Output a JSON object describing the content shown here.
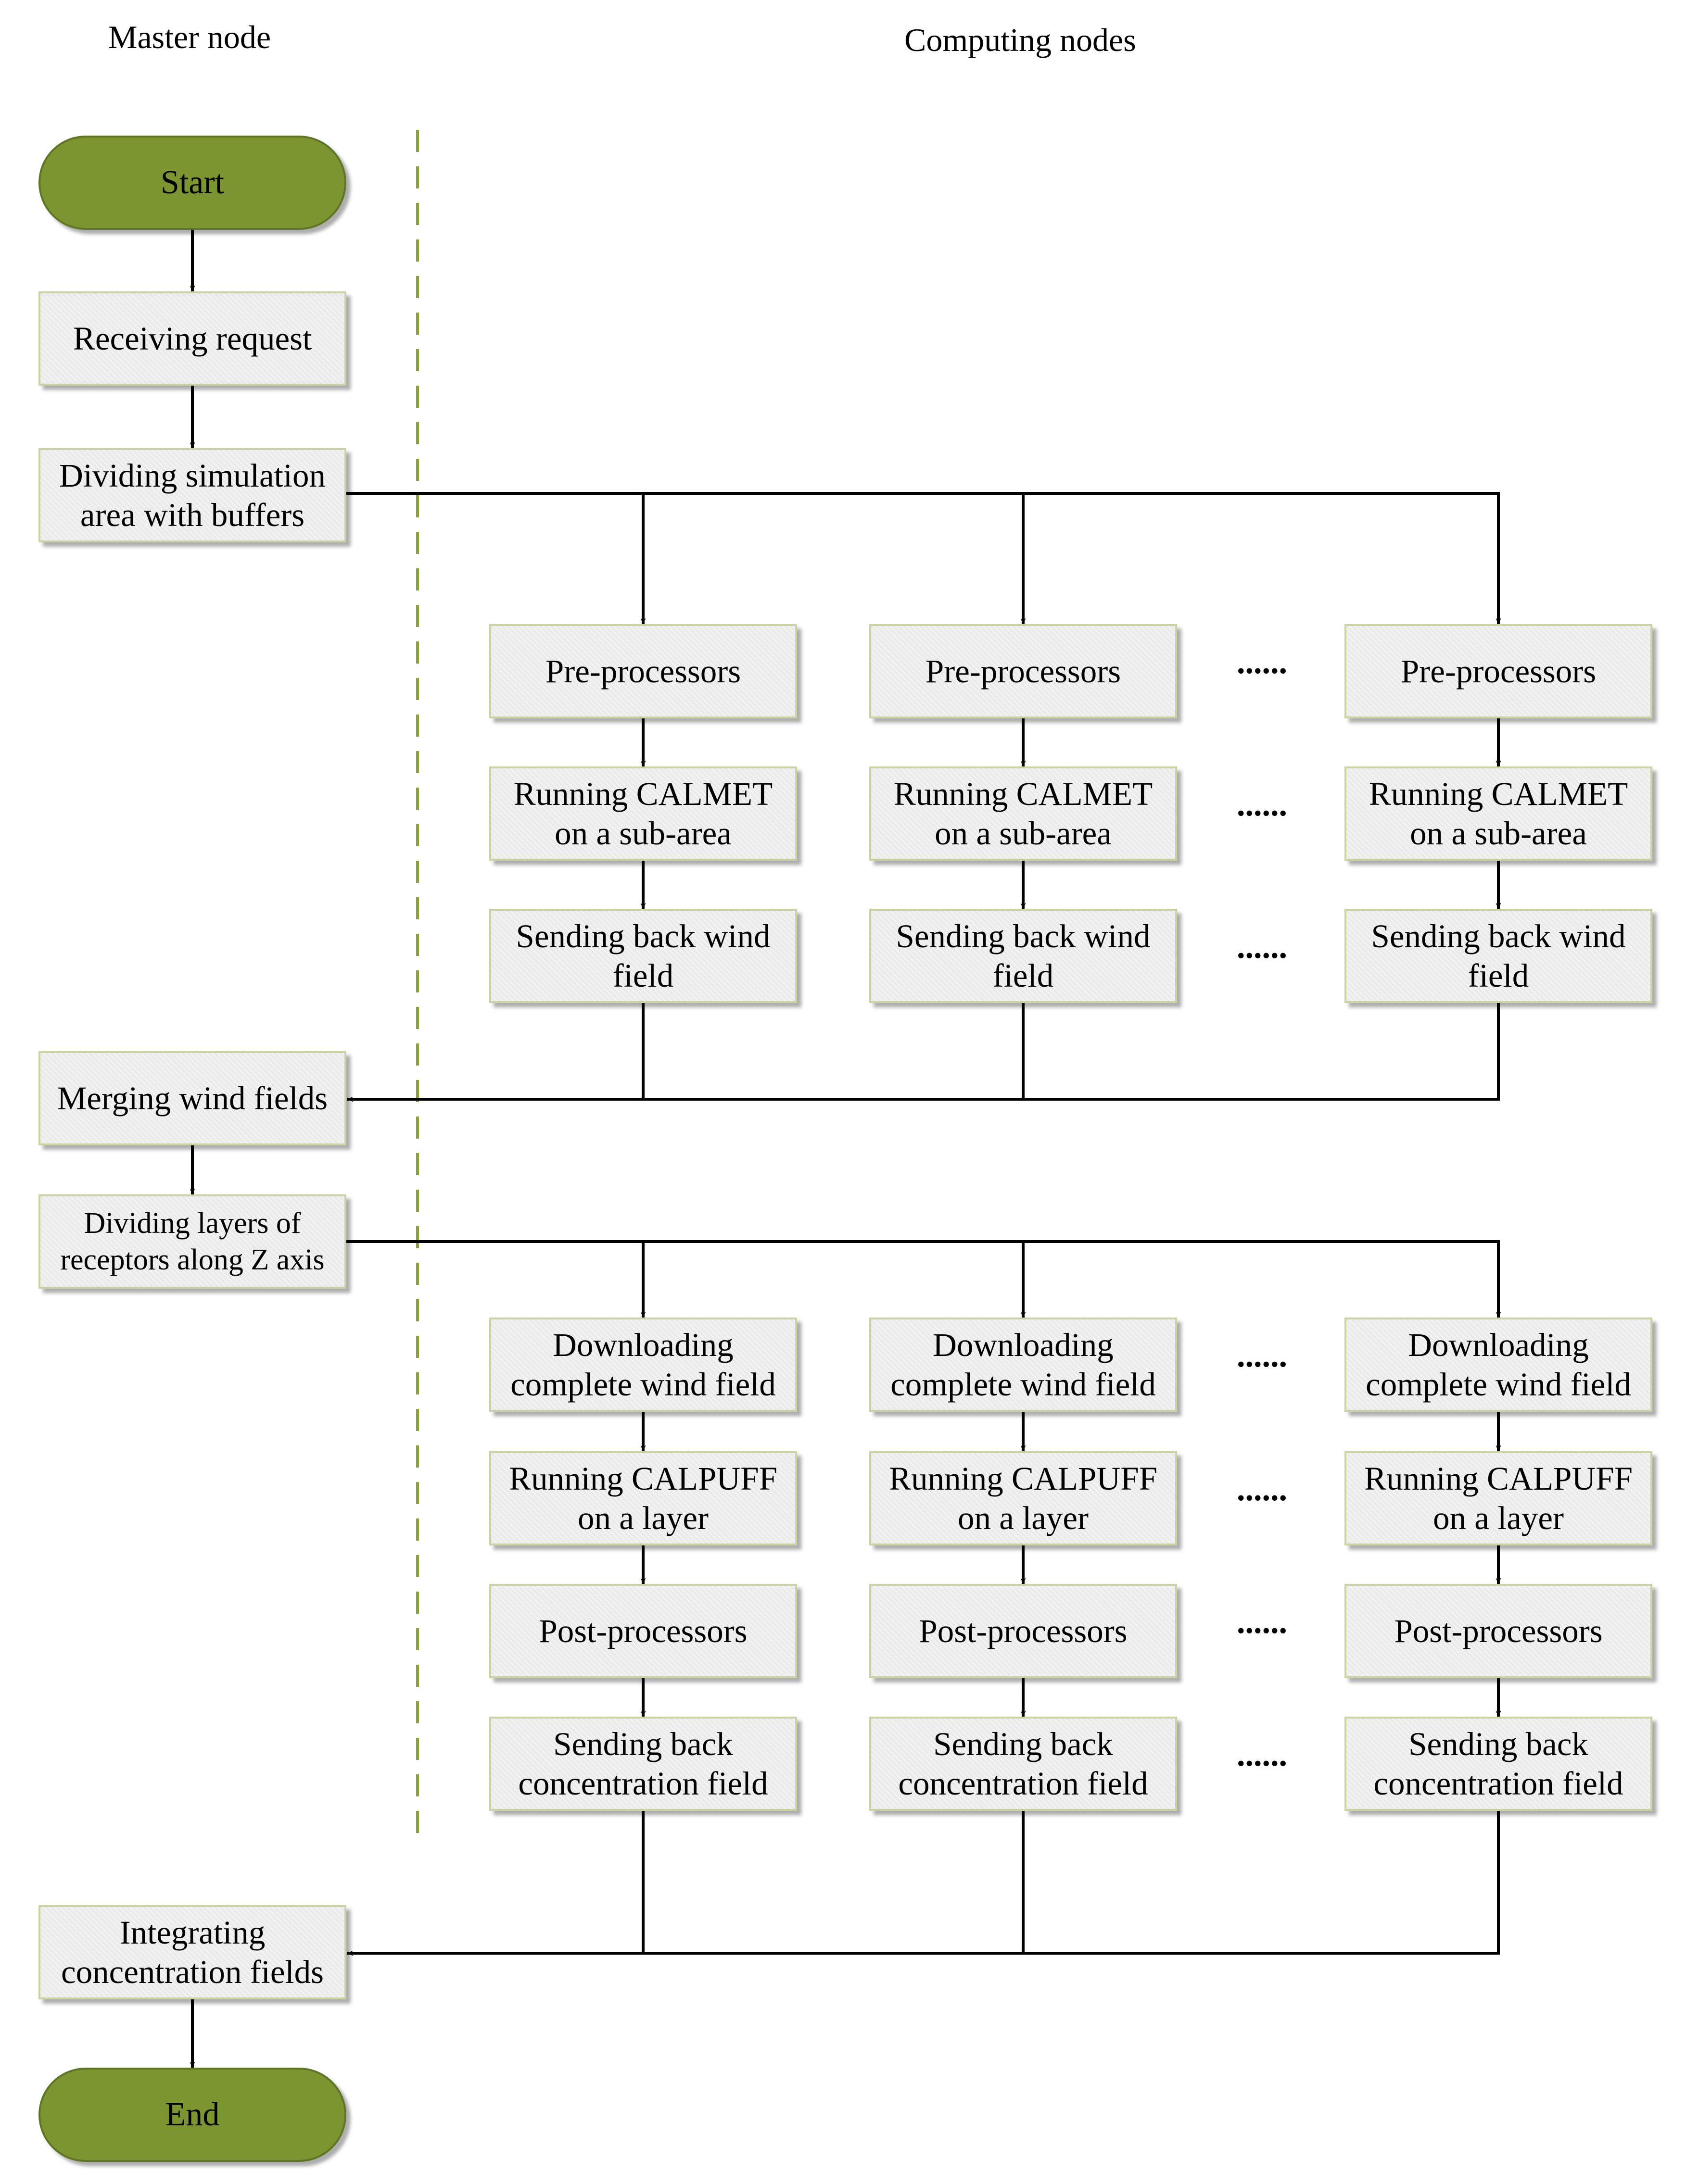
{
  "headers": {
    "master": "Master node",
    "computing": "Computing nodes"
  },
  "master": {
    "start": "Start",
    "receiving": "Receiving request",
    "dividing_area": [
      "Dividing simulation",
      "area with buffers"
    ],
    "merging": "Merging wind fields",
    "dividing_layers": [
      "Dividing layers of",
      "receptors along Z axis"
    ],
    "integrating": [
      "Integrating",
      "concentration fields"
    ],
    "end": "End"
  },
  "computing": {
    "preprocessors": "Pre-processors",
    "calmet": [
      "Running CALMET",
      "on a sub-area"
    ],
    "send_wind": [
      "Sending back wind",
      "field"
    ],
    "download": [
      "Downloading",
      "complete wind field"
    ],
    "calpuff": [
      "Running CALPUFF",
      "on a layer"
    ],
    "postprocessors": "Post-processors",
    "send_conc": [
      "Sending back",
      "concentration field"
    ]
  },
  "ellipsis": "......",
  "colors": {
    "terminal_fill": "#7b9531",
    "box_fill": "#ebebeb",
    "box_border": "#c9d3a4",
    "separator": "#8aa13a",
    "connector": "#000000"
  }
}
